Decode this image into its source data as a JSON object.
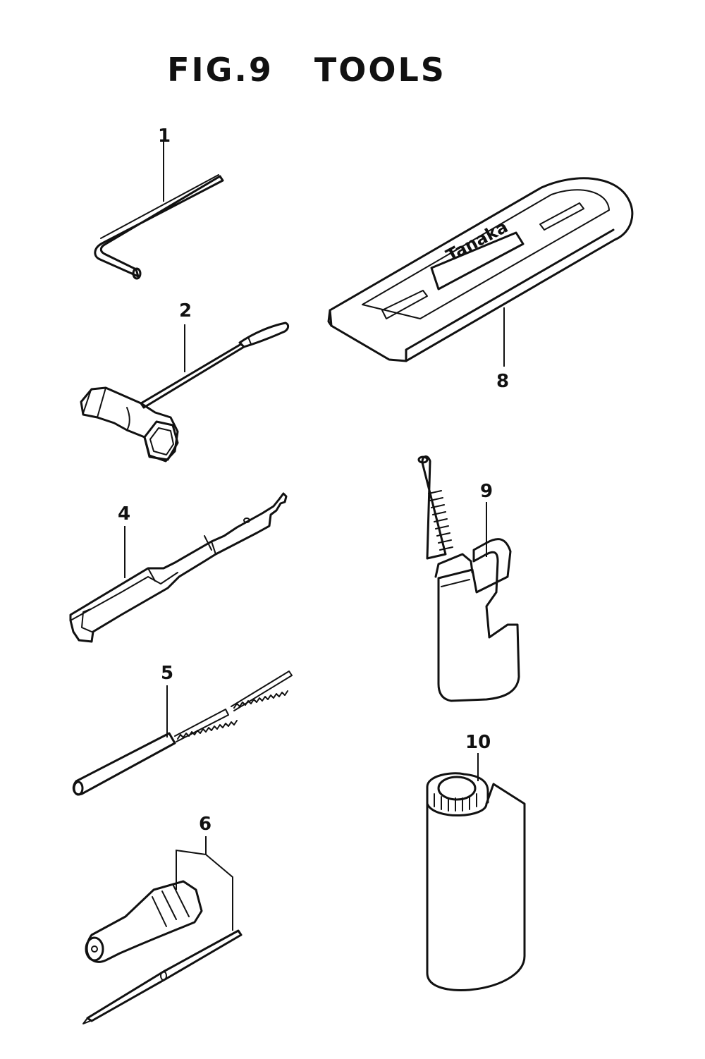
{
  "figure": {
    "title_fig": "FIG.9",
    "title_text": "TOOLS"
  },
  "parts": [
    {
      "id": "part-1",
      "number": "1"
    },
    {
      "id": "part-2",
      "number": "2"
    },
    {
      "id": "part-4",
      "number": "4"
    },
    {
      "id": "part-5",
      "number": "5"
    },
    {
      "id": "part-6",
      "number": "6"
    },
    {
      "id": "part-8",
      "number": "8"
    },
    {
      "id": "part-9",
      "number": "9"
    },
    {
      "id": "part-10",
      "number": "10"
    }
  ],
  "guard_logo_text": "Tanaka",
  "colors": {
    "ink": "#111111",
    "paper": "#ffffff"
  }
}
